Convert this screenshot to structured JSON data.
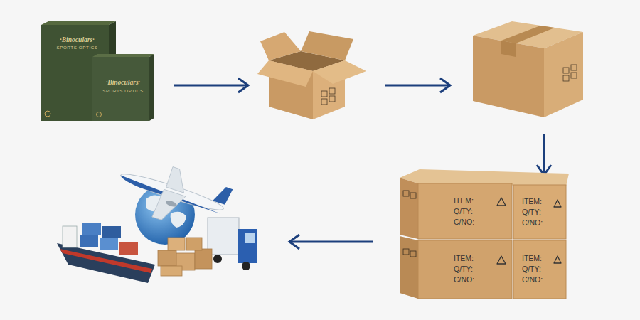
{
  "diagram": {
    "nodes": [
      {
        "text": [
          "·Binoculars·",
          "SPORTS OPTICS"
        ]
      },
      {
        "text": [
          "·Binoculars·",
          "SPORTS OPTICS"
        ]
      },
      {
        "text": [
          "ITEM:",
          "Q/TY:",
          "C/NO:"
        ]
      },
      {
        "text": [
          "ITEM:",
          "Q/TY:",
          "C/NO:"
        ]
      },
      {
        "text": [
          "ITEM:",
          "Q/TY:",
          "C/NO:"
        ]
      },
      {
        "text": [
          "ITEM:",
          "Q/TY:",
          "C/NO:"
        ]
      }
    ]
  }
}
